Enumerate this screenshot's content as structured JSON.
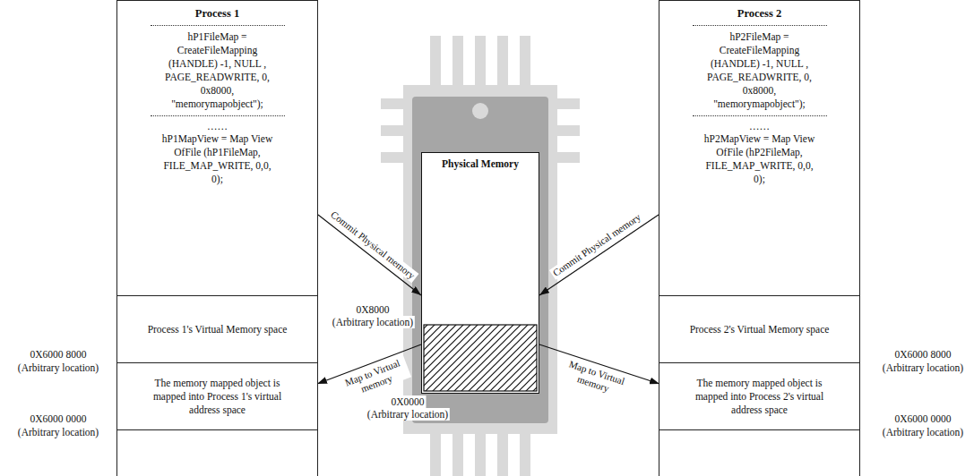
{
  "diagram": {
    "nodes": [
      {
        "text": [
          "Process 1",
          "hP1FileMap = CreateFileMapping (HANDLE) -1, NULL , PAGE_READWRITE, 0, 0x8000, \"memorymapobject\");",
          "……",
          "hP1MapView = Map View OfFile (hP1FileMap, FILE_MAP_WRITE, 0,0, 0);"
        ]
      },
      {
        "text": [
          "Process 1's Virtual Memory space"
        ],
        "in": 0
      },
      {
        "text": [
          "The memory mapped object is mapped into Process 1's virtual address space"
        ],
        "in": 0
      },
      {
        "text": [
          "Physical Memory"
        ]
      },
      {
        "text": [
          "Process 2",
          "hP2FileMap = CreateFileMapping (HANDLE) -1, NULL , PAGE_READWRITE, 0, 0x8000, \"memorymapobject\");",
          "……",
          "hP2MapView = Map View OfFile (hP2FileMap, FILE_MAP_WRITE, 0,0, 0);"
        ]
      },
      {
        "text": [
          "Process 2's Virtual Memory space"
        ],
        "in": 4
      },
      {
        "text": [
          "The memory mapped object is mapped into Process 2's virtual address space"
        ],
        "in": 4
      }
    ],
    "edges": [
      {
        "from": 0,
        "to": 3,
        "label": "Commit Physical memory",
        "arrow": "to"
      },
      {
        "from": 3,
        "to": 2,
        "label": "Map to Virtual memory",
        "arrow": "to"
      },
      {
        "from": 4,
        "to": 3,
        "label": "Commit Physical memory",
        "arrow": "to"
      },
      {
        "from": 3,
        "to": 6,
        "label": "Map to Virtual memory",
        "arrow": "to"
      }
    ],
    "labels": [
      "0X6000 8000",
      "(Arbitrary location)",
      "0X6000 0000",
      "(Arbitrary location)",
      "0X8000",
      "(Arbitrary location)",
      "0X0000",
      "(Arbitrary location)",
      "0X6000 8000",
      "(Arbitrary location)",
      "0X6000 0000",
      "(Arbitrary location)"
    ]
  }
}
